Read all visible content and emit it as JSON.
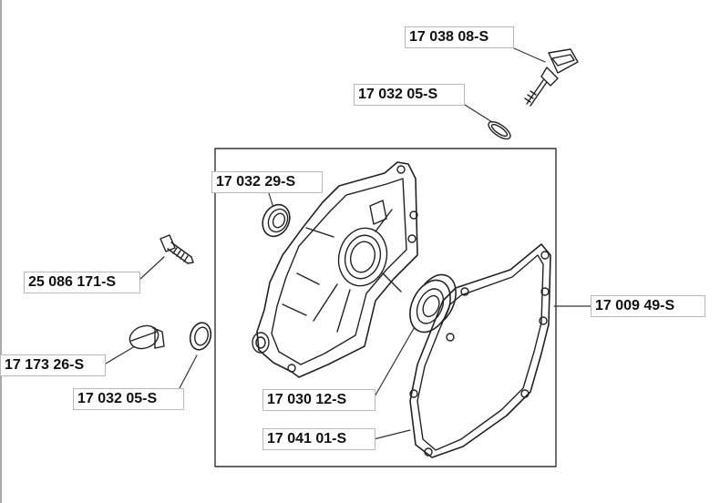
{
  "labels": [
    "17 038 08-S",
    "17 032 05-S",
    "17 032 29-S",
    "25 086 171-S",
    "17 009 49-S",
    "17 173 26-S",
    "17 032 05-S",
    "17 030 12-S",
    "17 041 01-S"
  ],
  "colors": {
    "line": "#222222",
    "box_border": "#b9b9b9",
    "frame": "#333333"
  }
}
